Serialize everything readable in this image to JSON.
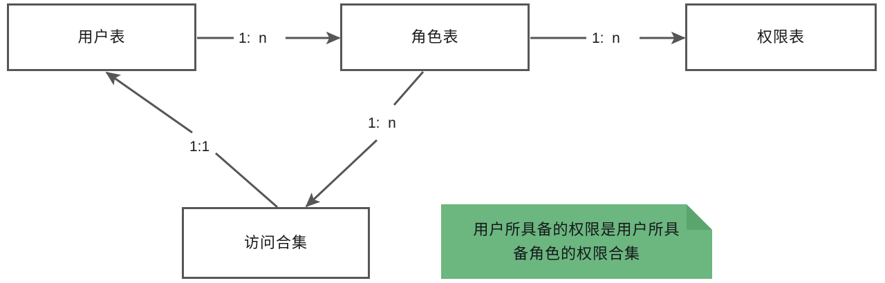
{
  "diagram": {
    "title": "RBAC entity relationship diagram",
    "colors": {
      "box_border": "#565656",
      "box_fill": "#ffffff",
      "connector": "#565656",
      "note_fill": "#6cb67f",
      "note_fold": "#5aa46d",
      "text": "#1a1a1a"
    },
    "entities": [
      {
        "id": "user-table",
        "label": "用户表"
      },
      {
        "id": "role-table",
        "label": "角色表"
      },
      {
        "id": "permission-table",
        "label": "权限表"
      },
      {
        "id": "access-collection",
        "label": "访问合集"
      }
    ],
    "relations": [
      {
        "id": "user-to-role",
        "from": "用户表",
        "to": "角色表",
        "label": "1:  n"
      },
      {
        "id": "role-to-permission",
        "from": "角色表",
        "to": "权限表",
        "label": "1:  n"
      },
      {
        "id": "role-to-access",
        "from": "角色表",
        "to": "访问合集",
        "label": "1:  n"
      },
      {
        "id": "access-to-user",
        "from": "访问合集",
        "to": "用户表",
        "label": "1:1"
      }
    ],
    "note": {
      "lines": [
        "用户所具备的权限是用户所具",
        "备角色的权限合集"
      ]
    }
  }
}
